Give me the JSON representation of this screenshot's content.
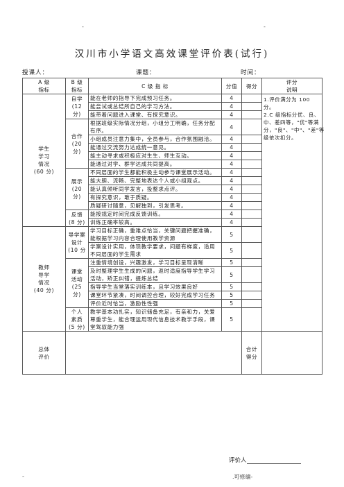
{
  "page_marks": {
    "top_left": "-",
    "top_right": "-",
    "bottom_left": "-",
    "bottom_right": ".可修编-"
  },
  "title": "汉川市小学语文高效课堂评价表(试行)",
  "meta": {
    "teacher_label": "授课人：",
    "topic_label": "课题：",
    "time_label": "时间："
  },
  "headers": {
    "a": "A 级\n指标",
    "b": "B 级\n指标",
    "c": "C 级 指 标",
    "score": "分值",
    "got": "得分",
    "note": "评分\n说明"
  },
  "groups": [
    {
      "a": "学生\n学习\n情况\n(60 分)",
      "subgroups": [
        {
          "b": "自学\n(12 分)",
          "rows": [
            {
              "c": "能在老师的指导下完成预习任务。",
              "v": "4"
            },
            {
              "c": "能尝试或总结所自己的学习方法。",
              "v": "4"
            },
            {
              "c": "能带着问题进入课堂、有探究意识。",
              "v": "4"
            }
          ]
        },
        {
          "b": "合作\n(20 分)",
          "rows": [
            {
              "c": "根据班级实际情况分组，小组分工明确，任务分配有序。",
              "v": "4"
            },
            {
              "c": "小组成员注意力集中，全员参与，合作氛围融洽。",
              "v": "4"
            },
            {
              "c": "能通过交流努力达成统一意见。",
              "v": "4"
            },
            {
              "c": "能主动寻求或积极应对生生、师生互动。",
              "v": "4"
            },
            {
              "c": "能通过对学、群学达成共同提高。",
              "v": "4"
            }
          ]
        },
        {
          "b": "展示\n(20 分)",
          "rows": [
            {
              "c": "不同层面的学生都能积极主动参与课堂展示活动。",
              "v": "4"
            },
            {
              "c": "能大胆、流畅、完整地表达个人或小组观点。",
              "v": "4"
            },
            {
              "c": "能认真倾听同学发言，投整求点评。",
              "v": "4"
            },
            {
              "c": "有探究意识，敢于质疑。",
              "v": "4"
            },
            {
              "c": "质疑研讨随意，见解独到，引发思考。",
              "v": "4"
            }
          ]
        },
        {
          "b": "反馈\n(8 分)",
          "rows": [
            {
              "c": "能按规定时间完成反馈训练。",
              "v": "4"
            },
            {
              "c": "训练正确率较高。",
              "v": "4"
            }
          ]
        }
      ]
    },
    {
      "a": "教师\n导学\n情况\n(40 分)",
      "subgroups": [
        {
          "b": "导学案\n设计\n(10 分",
          "rows": [
            {
              "c": "学习目标正确，重难点恰当，关键问题把握准确，能根据学习内容合理使用教学资源",
              "v": "5"
            },
            {
              "c": "学案设计实用，体现教学要求，问题有梯度，适用不同层面的学生需求",
              "v": "5"
            }
          ]
        },
        {
          "b": "课堂\n活动\n(25 分)",
          "rows": [
            {
              "c": "注重情境创设，兴趣激发，学习目标呈现清晰",
              "v": "5"
            },
            {
              "c": "及时整理学生生成的问题，返时适度指导学生学习活动，矫正纠错，提炼总结",
              "v": "5"
            },
            {
              "c": "指导学生当堂落实训练本，且学习效果良好",
              "v": "5"
            },
            {
              "c": "课堂环节紧凑，时间调控合理，较好完成学习任务",
              "v": "5"
            },
            {
              "c": "评价近时恰当，激励性性强",
              "v": "5"
            }
          ]
        },
        {
          "b": "个人\n素质\n(5 分)",
          "rows": [
            {
              "c": "教学基本功扎实，知识储备充足，有亲和力，关爱尊重学生，能合理运用现代信息技术教学手段，课堂驾驭能力强",
              "v": "5"
            }
          ]
        }
      ]
    }
  ],
  "note_text": "1.评价满分为 100 分。\n2.C 级指标分优、良、中、差四等，\"优\"等满分，\"良\"、\"中\"、\"差\"等级依次扣分。",
  "total": {
    "label": "总体\n评价",
    "score_label": "合计\n得分"
  },
  "evaluator_label": "评价人"
}
